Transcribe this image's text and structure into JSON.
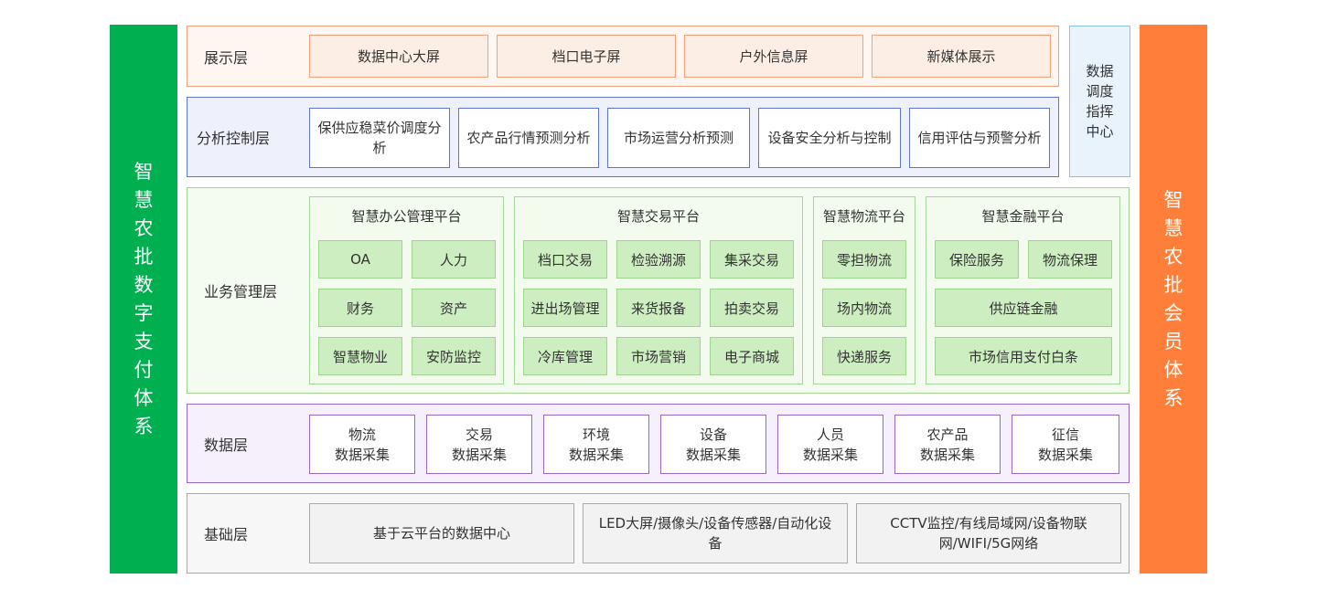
{
  "left_bar": {
    "chars": [
      "智",
      "慧",
      "农",
      "批",
      "数",
      "字",
      "支",
      "付",
      "体",
      "系"
    ],
    "color": "#00b050"
  },
  "right_bar": {
    "chars": [
      "智",
      "慧",
      "农",
      "批",
      "会",
      "员",
      "体",
      "系"
    ],
    "color": "#ff7f3a"
  },
  "dispatch": {
    "chars": [
      "数据",
      "调度",
      "指挥",
      "中心"
    ]
  },
  "display_layer": {
    "label": "展示层",
    "items": [
      "数据中心大屏",
      "档口电子屏",
      "户外信息屏",
      "新媒体展示"
    ]
  },
  "analysis_layer": {
    "label": "分析控制层",
    "items": [
      "保供应稳菜价调度分析",
      "农产品行情预测分析",
      "市场运营分析预测",
      "设备安全分析与控制",
      "信用评估与预警分析"
    ]
  },
  "business_layer": {
    "label": "业务管理层",
    "platforms": [
      {
        "title": "智慧办公管理平台",
        "items": [
          "OA",
          "人力",
          "财务",
          "资产",
          "智慧物业",
          "安防监控"
        ]
      },
      {
        "title": "智慧交易平台",
        "items": [
          "档口交易",
          "检验溯源",
          "集采交易",
          "进出场管理",
          "来货报备",
          "拍卖交易",
          "冷库管理",
          "市场营销",
          "电子商城"
        ]
      },
      {
        "title": "智慧物流平台",
        "items": [
          "零担物流",
          "场内物流",
          "快递服务"
        ]
      },
      {
        "title": "智慧金融平台",
        "items": [
          "保险服务",
          "物流保理",
          "供应链金融",
          "市场信用支付白条"
        ]
      }
    ]
  },
  "data_layer": {
    "label": "数据层",
    "items": [
      {
        "l1": "物流",
        "l2": "数据采集"
      },
      {
        "l1": "交易",
        "l2": "数据采集"
      },
      {
        "l1": "环境",
        "l2": "数据采集"
      },
      {
        "l1": "设备",
        "l2": "数据采集"
      },
      {
        "l1": "人员",
        "l2": "数据采集"
      },
      {
        "l1": "农产品",
        "l2": "数据采集"
      },
      {
        "l1": "征信",
        "l2": "数据采集"
      }
    ]
  },
  "base_layer": {
    "label": "基础层",
    "items": [
      "基于云平台的数据中心",
      "LED大屏/摄像头/设备传感器/自动化设备",
      "CCTV监控/有线局域网/设备物联网/WIFI/5G网络"
    ]
  }
}
